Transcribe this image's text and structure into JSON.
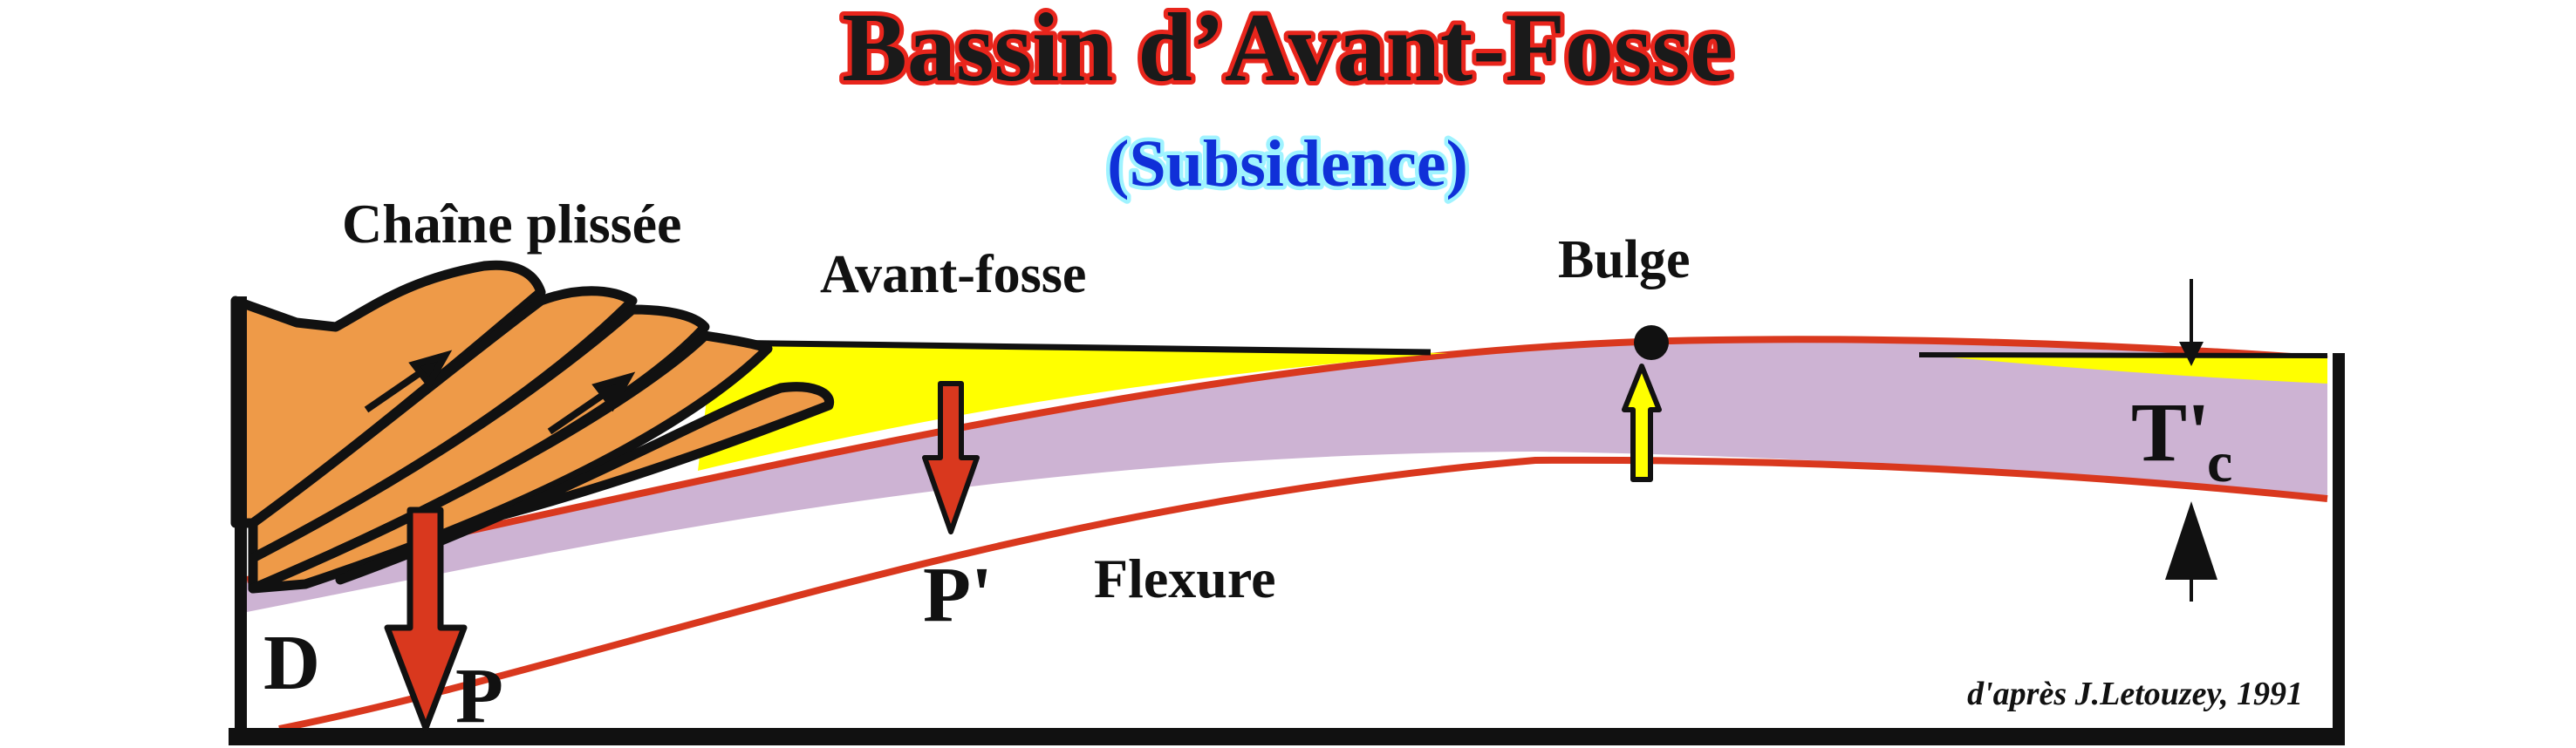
{
  "title": "Bassin d’Avant-Fosse",
  "subtitle": "(Subsidence)",
  "labels": {
    "fold_belt": "Chaîne plissée",
    "foredeep": "Avant-fosse",
    "bulge": "Bulge",
    "flexure": "Flexure",
    "thickness_T": "T'",
    "thickness_sub": "c",
    "load_P": "P",
    "load_P_prime": "P'",
    "deflection_D": "D"
  },
  "credit": "d'après J.Letouzey, 1991",
  "colors": {
    "title_fill": "#1a1a1a",
    "title_outline": "#e8251c",
    "subtitle_fill": "#1030d8",
    "subtitle_glow": "#9ff3ff",
    "lithosphere": "#cdb3d3",
    "lithosphere_top": "#d9381e",
    "foredeep_fill": "#ffff00",
    "thrust_sheets": "#ee9a48",
    "load_arrow": "#d9381e",
    "uplift_arrow": "#ffff00",
    "frame": "#111111"
  }
}
